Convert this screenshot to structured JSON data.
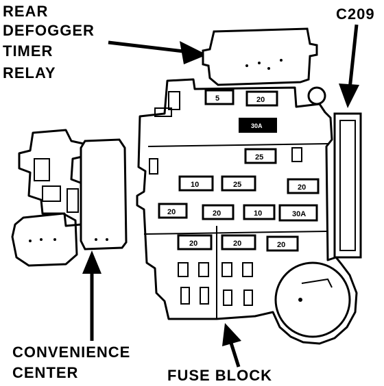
{
  "labels": {
    "rear_defogger_line1": "REAR",
    "rear_defogger_line2": "DEFOGGER",
    "rear_defogger_line3": "TIMER",
    "rear_defogger_line4": "RELAY",
    "connector": "C209",
    "convenience_line1": "CONVENIENCE",
    "convenience_line2": "CENTER",
    "fuse_block": "FUSE BLOCK"
  },
  "fuses": {
    "f1": "5",
    "f2": "20",
    "f3": "30A",
    "f4": "25",
    "f5": "10",
    "f6": "25",
    "f7": "20",
    "f8": "20",
    "f9": "20",
    "f10": "10",
    "f11": "30A",
    "f12": "20",
    "f13": "20",
    "f14": "20"
  }
}
